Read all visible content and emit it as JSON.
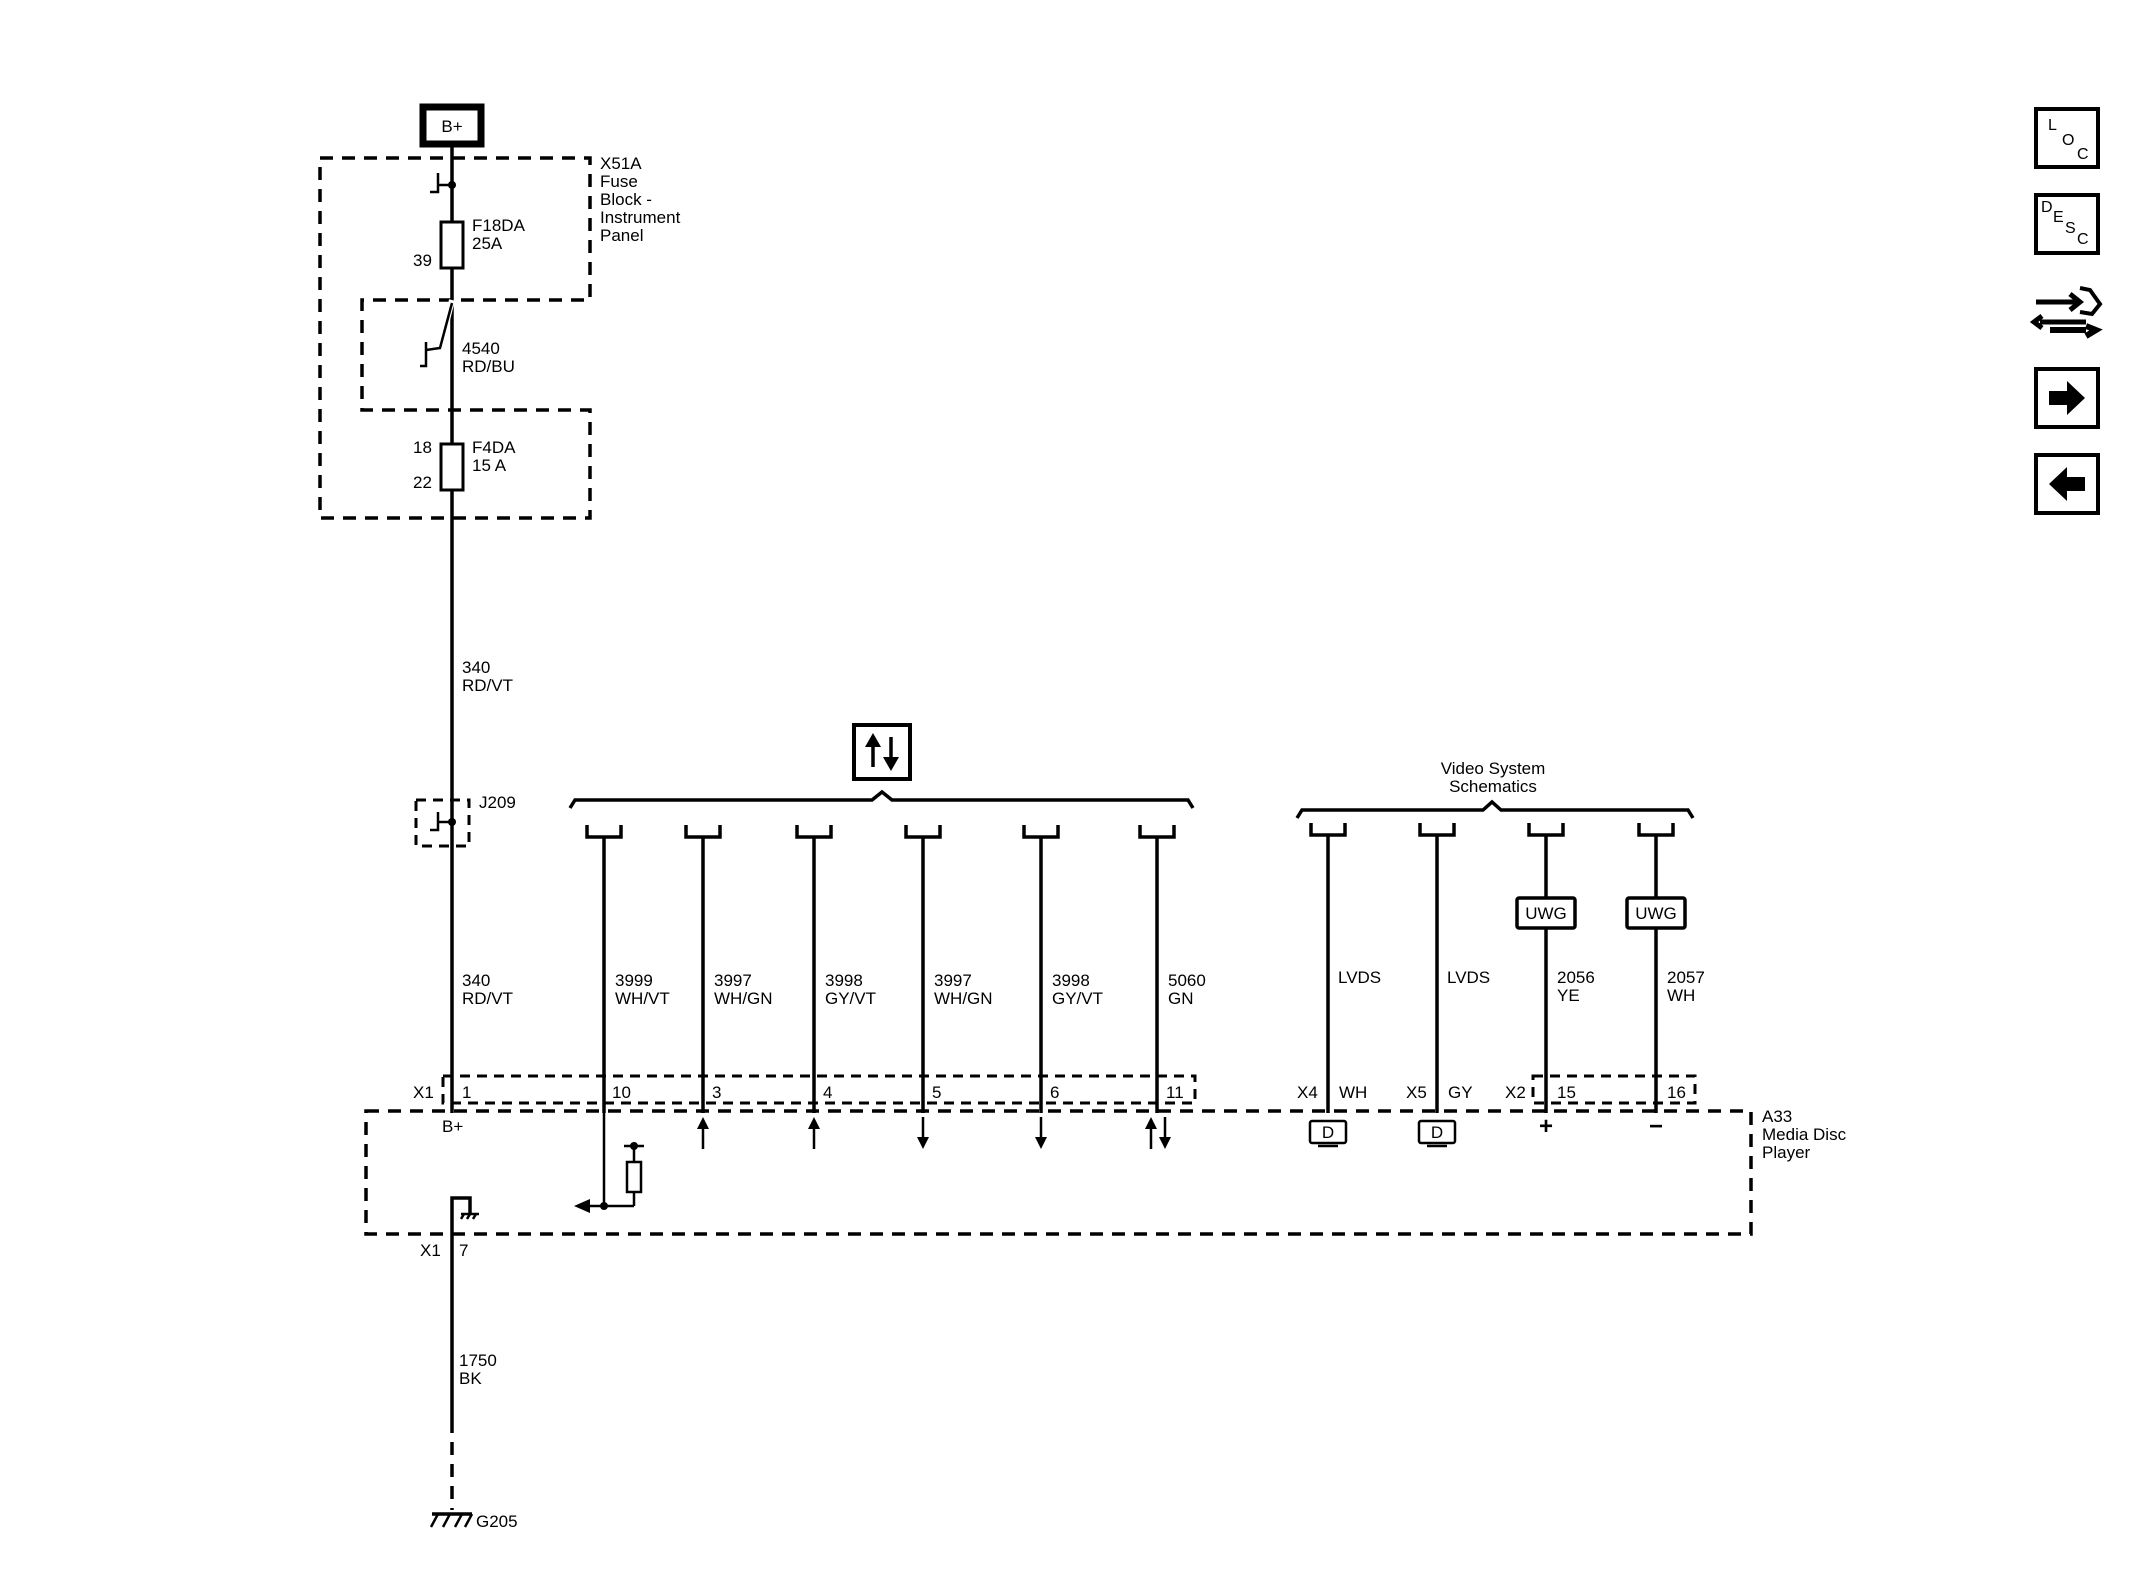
{
  "supply": {
    "label": "B+"
  },
  "fuse_block": {
    "name": "X51A",
    "desc": [
      "Fuse",
      "Block -",
      "Instrument",
      "Panel"
    ]
  },
  "fuse1": {
    "name": "F18DA",
    "rating": "25A",
    "pin": "39"
  },
  "wire_4540": {
    "circuit": "4540",
    "color": "RD/BU"
  },
  "fuse2": {
    "name": "F4DA",
    "rating": "15 A",
    "pin_top": "18",
    "pin_bottom": "22"
  },
  "wire_340a": {
    "circuit": "340",
    "color": "RD/VT"
  },
  "splice": {
    "name": "J209"
  },
  "wire_340b": {
    "circuit": "340",
    "color": "RD/VT"
  },
  "comm_bus": {
    "icon": "data-communication-icon"
  },
  "signal_wires": [
    {
      "circuit": "3999",
      "color": "WH/VT",
      "pin": "10"
    },
    {
      "circuit": "3997",
      "color": "WH/GN",
      "pin": "3"
    },
    {
      "circuit": "3998",
      "color": "GY/VT",
      "pin": "4"
    },
    {
      "circuit": "3997",
      "color": "WH/GN",
      "pin": "5"
    },
    {
      "circuit": "3998",
      "color": "GY/VT",
      "pin": "6"
    },
    {
      "circuit": "5060",
      "color": "GN",
      "pin": "11"
    }
  ],
  "video": {
    "title": [
      "Video System",
      "Schematics"
    ],
    "lvds": [
      {
        "label": "LVDS",
        "connector": "X4",
        "color": "WH"
      },
      {
        "label": "LVDS",
        "connector": "X5",
        "color": "GY"
      }
    ],
    "shielded": [
      {
        "tag": "UWG",
        "circuit": "2056",
        "color": "YE",
        "pin": "15"
      },
      {
        "tag": "UWG",
        "circuit": "2057",
        "color": "WH",
        "pin": "16"
      }
    ],
    "x2": "X2",
    "polarity": [
      "+",
      "−"
    ],
    "lvds_icon_letter": "D"
  },
  "connector_x1": {
    "name": "X1",
    "pin_supply": "1",
    "pin_ground": "7",
    "supply_label": "B+"
  },
  "module": {
    "name": "A33",
    "desc": [
      "Media Disc",
      "Player"
    ]
  },
  "ground_wire": {
    "circuit": "1750",
    "color": "BK"
  },
  "ground": {
    "name": "G205"
  },
  "sidebar": {
    "loc": [
      "L",
      "O",
      "C"
    ],
    "desc": [
      "D",
      "E",
      "S",
      "C"
    ],
    "icons": [
      "connector-repair-icon",
      "next-page-arrow-icon",
      "previous-page-arrow-icon"
    ]
  }
}
